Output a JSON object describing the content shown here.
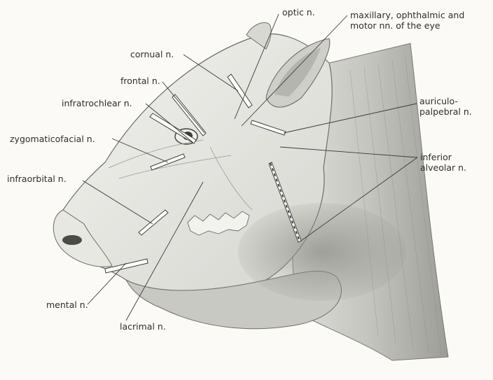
{
  "labels": {
    "optic": [
      "optic n."
    ],
    "maxillary": [
      "maxillary, ophthalmic and",
      "motor nn. of the eye"
    ],
    "cornual": [
      "cornual n."
    ],
    "frontal": [
      "frontal n."
    ],
    "infratrochlear": [
      "infratrochlear n."
    ],
    "auriculopalpebral": [
      "auriculo-",
      "palpebral n."
    ],
    "zygomaticofacial": [
      "zygomaticofacial n."
    ],
    "inferior_alveolar": [
      "inferior",
      "alveolar n."
    ],
    "infraorbital": [
      "infraorbital n."
    ],
    "mental": [
      "mental n."
    ],
    "lacrimal": [
      "lacrimal n."
    ]
  },
  "colors": {
    "ink": "#2e2e2e",
    "background": "#fbfaf6",
    "shading": "#a7a7a2"
  }
}
